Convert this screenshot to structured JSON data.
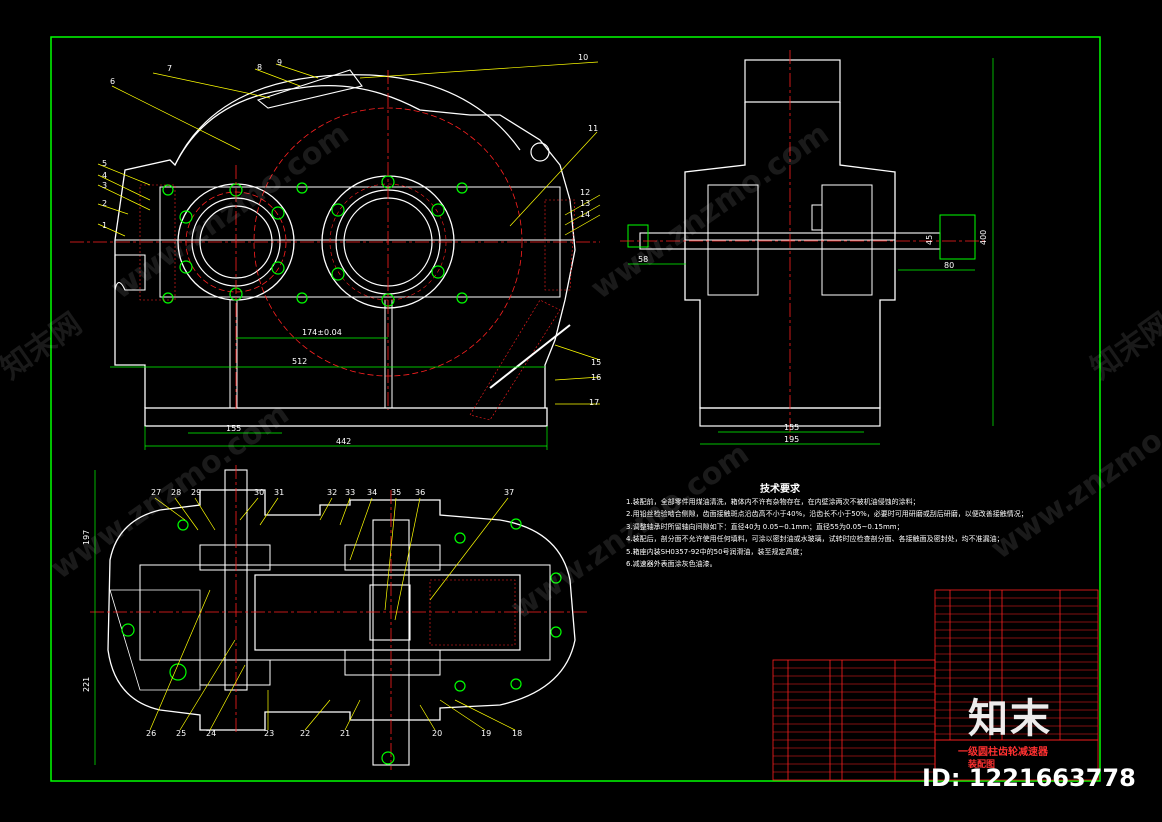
{
  "technical_requirements": {
    "title": "技术要求",
    "items": [
      "1.装配前，全部零件用煤油清洗，箱体内不许有杂物存在，在内壁涂两次不被机油侵蚀的涂料；",
      "2.用铅丝检验啮合侧隙，齿面接触斑点沿齿高不小于40%，沿齿长不小于50%，必要时可用研磨或刮后研磨，以便改善接触情况；",
      "3.调整轴承时所留轴向间隙如下：直径40为 0.05~0.1mm；直径55为0.05~0.15mm；",
      "4.装配后，剖分面不允许使用任何填料，可涂以密封油或水玻璃，试转时应检查剖分面、各接触面及密封处，均不准漏油；",
      "5.箱座内装SH0357-92中的50号润滑油，装至规定高度；",
      "6.减速器外表面涂灰色油漆。"
    ]
  },
  "title_block": {
    "title": "一级圆柱齿轮减速器",
    "subtitle": "装配图"
  },
  "watermark": {
    "brand": "知末",
    "id_label": "ID: 1221663778",
    "site": "www.znzmo.com",
    "site_cn": "知末网"
  },
  "front_view": {
    "dims": {
      "center_distance": "174±0.04",
      "width": "512",
      "base_length": "442",
      "foot_span": "155"
    },
    "part_numbers": [
      "1",
      "2",
      "3",
      "4",
      "5",
      "6",
      "7",
      "8",
      "9",
      "10",
      "11",
      "12",
      "13",
      "14",
      "15",
      "16",
      "17"
    ]
  },
  "side_view": {
    "dims": {
      "height": "400",
      "base_inner": "155",
      "base_outer": "195",
      "shaft_left_len": "58",
      "shaft_right_len": "80",
      "shaft_right_dia": "45"
    }
  },
  "top_view": {
    "dims": {
      "upper_half": "197",
      "lower_half": "221"
    },
    "part_numbers": [
      "18",
      "19",
      "20",
      "21",
      "22",
      "23",
      "24",
      "25",
      "26",
      "27",
      "28",
      "29",
      "30",
      "31",
      "32",
      "33",
      "34",
      "35",
      "36",
      "37"
    ]
  },
  "colors": {
    "background": "#000000",
    "border": "#00ff00",
    "outline": "#ffffff",
    "centerline": "#ff2020",
    "leader": "#ffff00",
    "dimension": "#00ff00",
    "section": "#ff2020",
    "table": "#ff2020"
  }
}
